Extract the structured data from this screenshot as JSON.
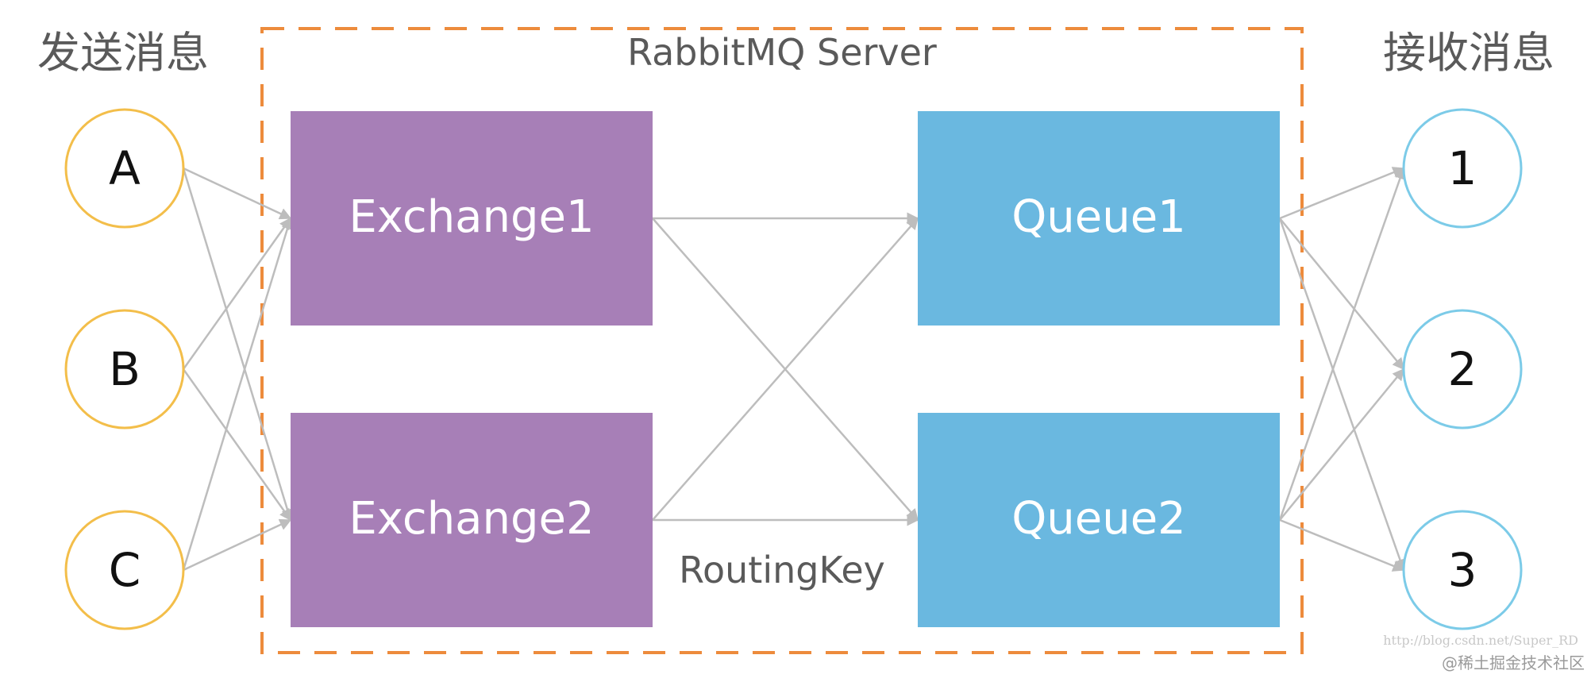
{
  "headings": {
    "send": "发送消息",
    "receive": "接收消息"
  },
  "server": {
    "title": "RabbitMQ Server",
    "border_color": "#ed8b3c"
  },
  "producers": [
    "A",
    "B",
    "C"
  ],
  "exchanges": [
    "Exchange1",
    "Exchange2"
  ],
  "queues": [
    "Queue1",
    "Queue2"
  ],
  "consumers": [
    "1",
    "2",
    "3"
  ],
  "routing_label": "RoutingKey",
  "watermark": {
    "url": "http://blog.csdn.net/Super_RD",
    "site": "@稀土掘金技术社区"
  },
  "colors": {
    "producer_stroke": "#f3be4a",
    "consumer_stroke": "#7ccbe8",
    "exchange_fill": "#a77fb7",
    "queue_fill": "#6ab8e0",
    "arrow": "#bdbdbd",
    "text_dark": "#5a5a5a"
  }
}
